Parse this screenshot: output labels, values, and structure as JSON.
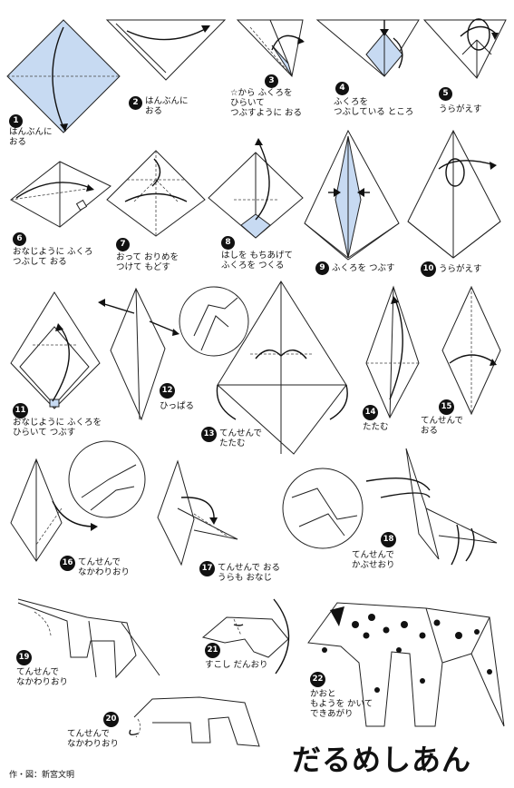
{
  "title": "だるめしあん",
  "credit": "作・図：新宮文明",
  "steps": [
    {
      "num": "1",
      "caption": "はんぶんに\nおる"
    },
    {
      "num": "2",
      "caption": "はんぶんに\nおる"
    },
    {
      "num": "3",
      "caption": "☆から ふくろを\nひらいて\nつぶすように おる"
    },
    {
      "num": "4",
      "caption": "ふくろを\nつぶしている ところ"
    },
    {
      "num": "5",
      "caption": "うらがえす"
    },
    {
      "num": "6",
      "caption": "おなじように ふくろ\nつぶして おる"
    },
    {
      "num": "7",
      "caption": "おって おりめを\nつけて もどす"
    },
    {
      "num": "8",
      "caption": "はしを もちあげて\nふくろを つくる"
    },
    {
      "num": "9",
      "caption": "ふくろを つぶす"
    },
    {
      "num": "10",
      "caption": "うらがえす"
    },
    {
      "num": "11",
      "caption": "おなじように ふくろを\nひらいて つぶす"
    },
    {
      "num": "12",
      "caption": "ひっぱる"
    },
    {
      "num": "13",
      "caption": "てんせんで\nたたむ"
    },
    {
      "num": "14",
      "caption": "たたむ"
    },
    {
      "num": "15",
      "caption": "てんせんで\nおる"
    },
    {
      "num": "16",
      "caption": "てんせんで\nなかわりおり"
    },
    {
      "num": "17",
      "caption": "てんせんで おる\nうらも おなじ"
    },
    {
      "num": "18",
      "caption": "てんせんで\nかぶせおり"
    },
    {
      "num": "19",
      "caption": "てんせんで\nなかわりおり"
    },
    {
      "num": "20",
      "caption": "てんせんで\nなかわりおり"
    },
    {
      "num": "21",
      "caption": "すこし だんおり"
    },
    {
      "num": "22",
      "caption": "かおと\nもようを かいて\nできあがり"
    }
  ]
}
